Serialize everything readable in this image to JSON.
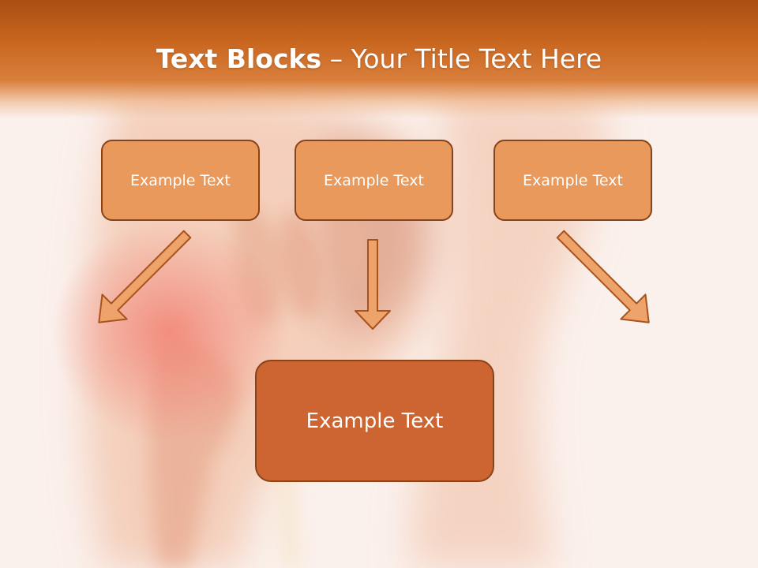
{
  "slide": {
    "title_bold": "Text Blocks",
    "title_separator": " – ",
    "title_rest": "Your Title Text Here",
    "boxes": [
      {
        "label": "Example Text"
      },
      {
        "label": "Example Text"
      },
      {
        "label": "Example Text"
      }
    ],
    "main_box": {
      "label": "Example Text"
    }
  },
  "colors": {
    "header": "#c8661f",
    "box_fill": "#e9995c",
    "main_box_fill": "#cd6532",
    "box_border": "#8a4317",
    "arrow_fill": "#eea36a",
    "arrow_stroke": "#a8531e",
    "text": "#ffffff"
  },
  "icons": {
    "arrow_left": "arrow-down-right-icon",
    "arrow_center": "arrow-down-icon",
    "arrow_right": "arrow-down-left-icon"
  }
}
